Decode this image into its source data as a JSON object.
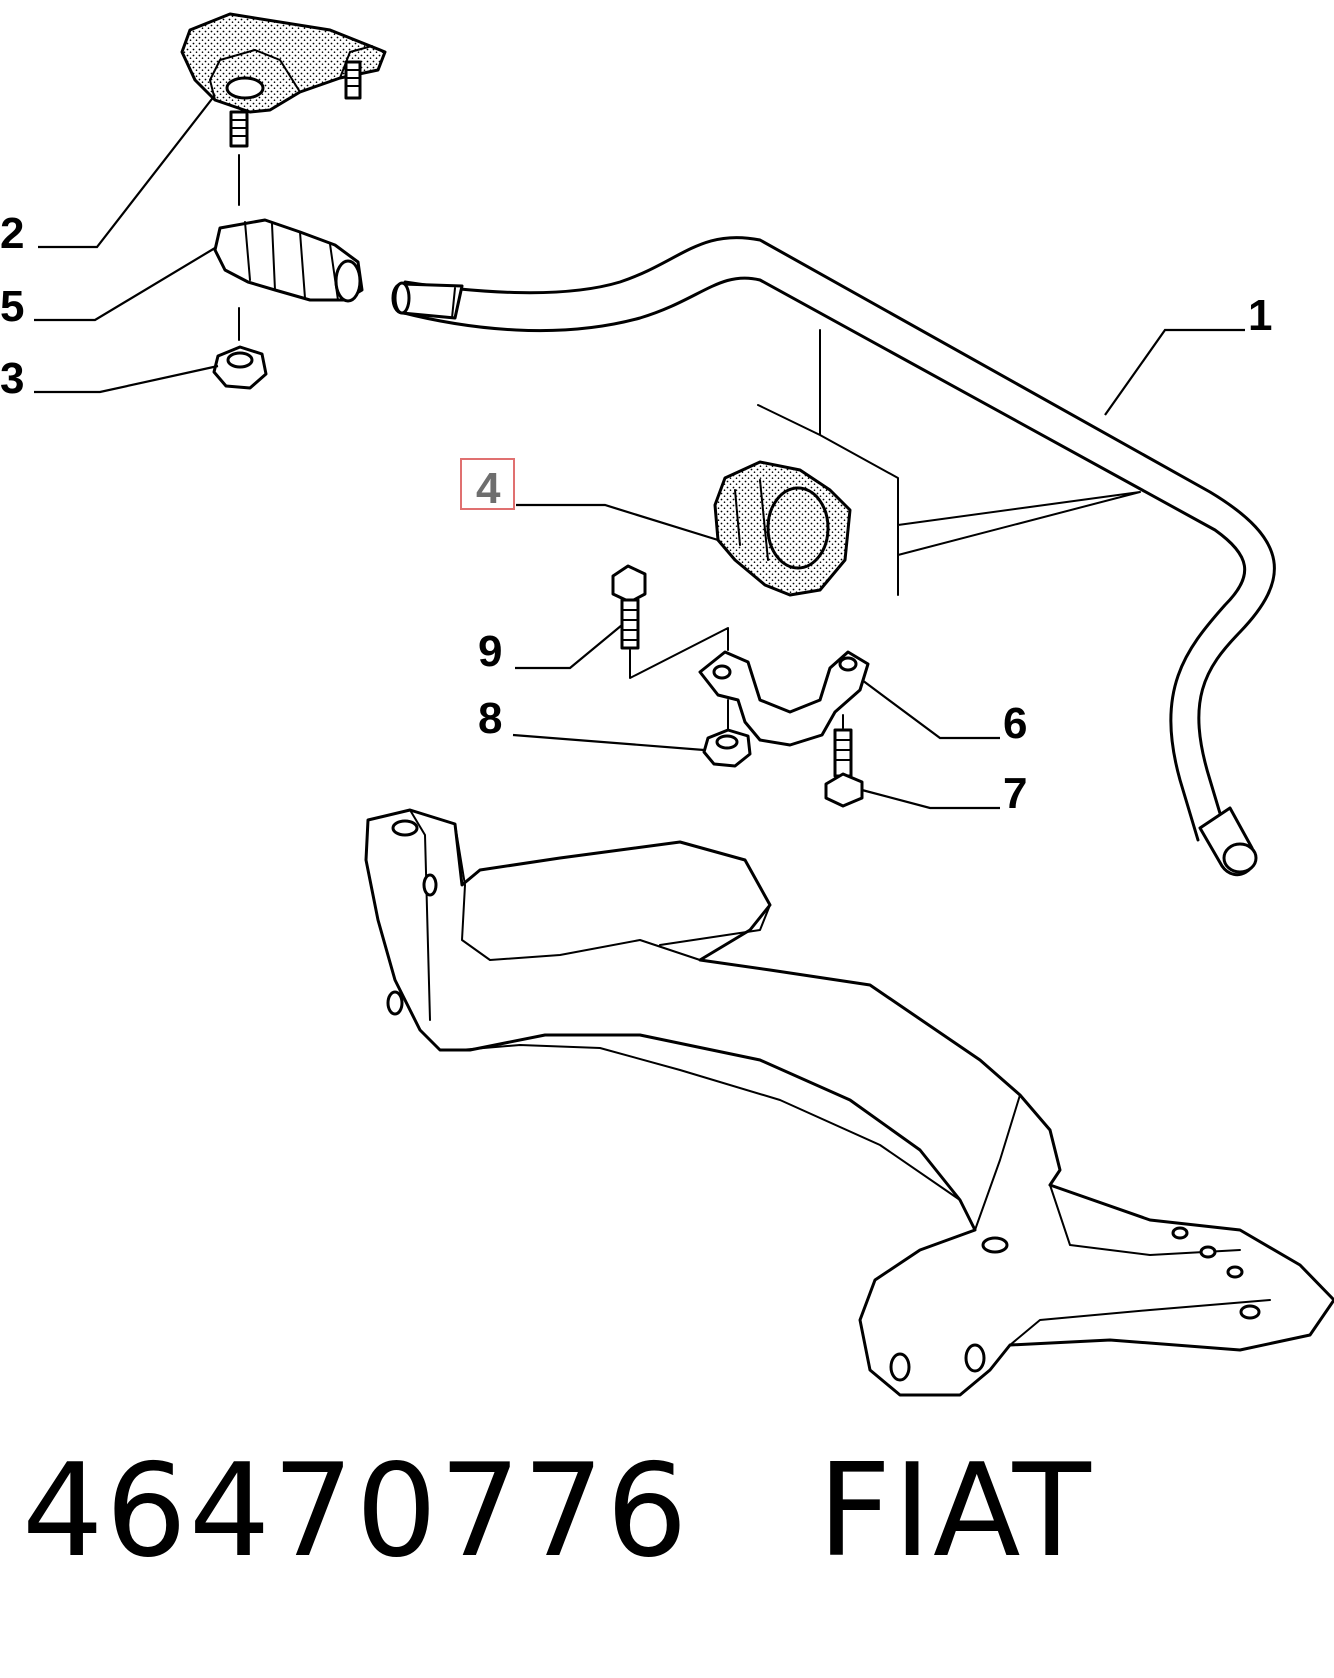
{
  "callouts": [
    {
      "id": "1",
      "label": "1"
    },
    {
      "id": "2",
      "label": "2"
    },
    {
      "id": "3",
      "label": "3"
    },
    {
      "id": "4",
      "label": "4",
      "highlighted": true
    },
    {
      "id": "5",
      "label": "5"
    },
    {
      "id": "6",
      "label": "6"
    },
    {
      "id": "7",
      "label": "7"
    },
    {
      "id": "8",
      "label": "8"
    },
    {
      "id": "9",
      "label": "9"
    }
  ],
  "highlight_color": "#e07070",
  "footer": {
    "part_number": "46470776",
    "brand": "FIAT"
  }
}
